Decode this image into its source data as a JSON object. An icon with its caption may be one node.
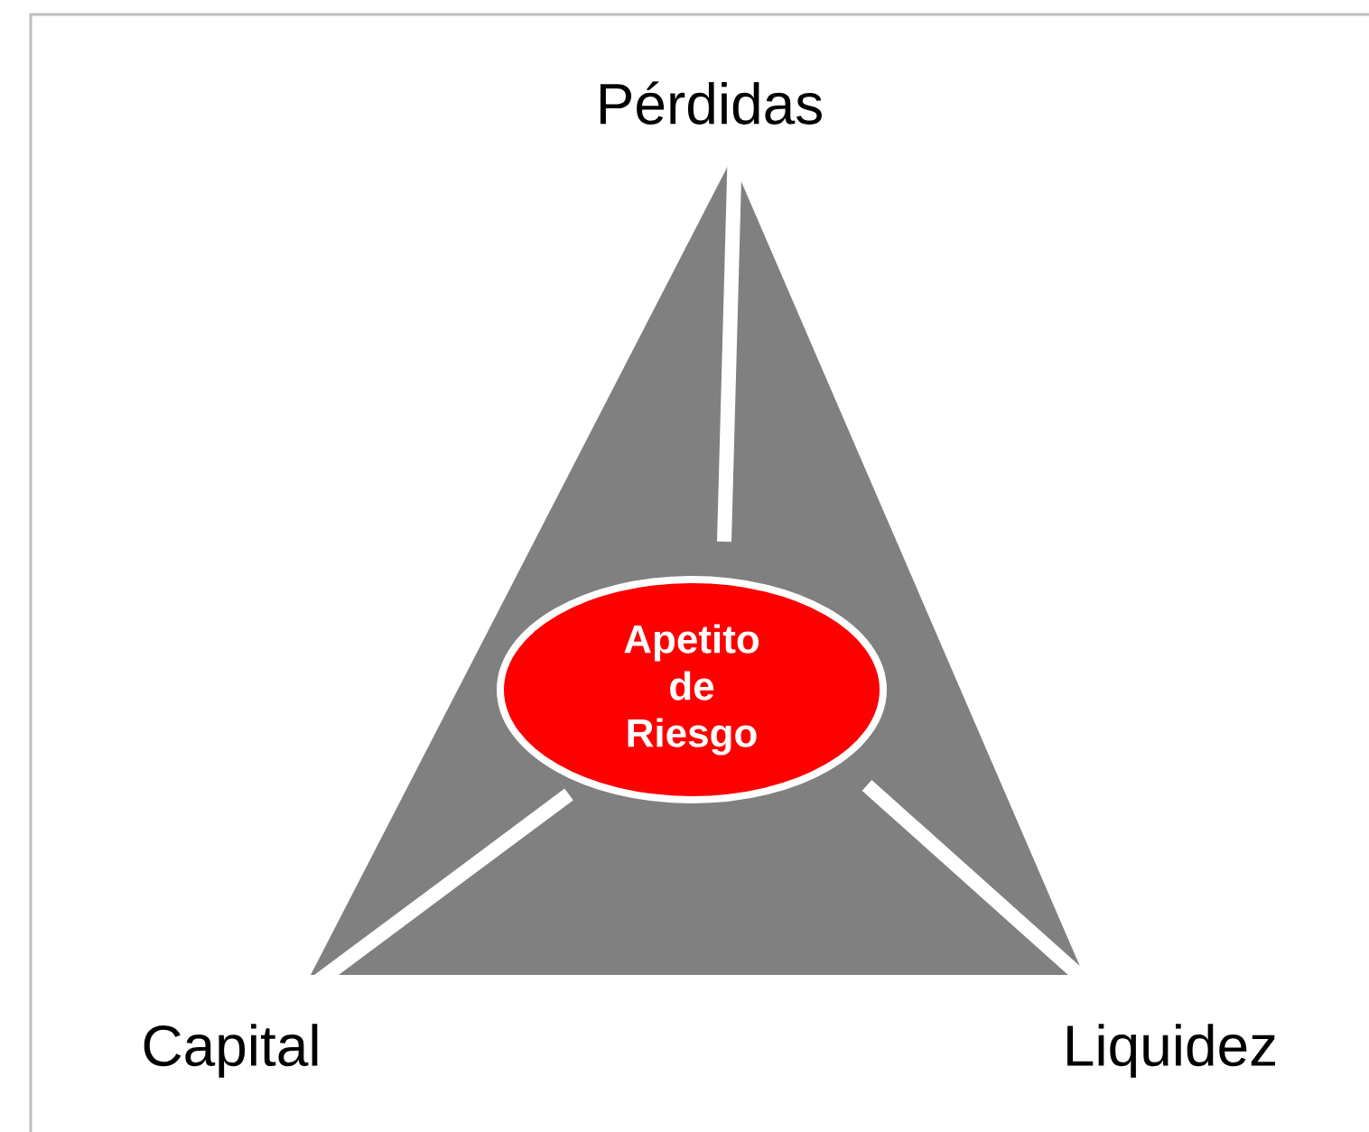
{
  "diagram": {
    "nodes": [
      {
        "text": [
          "Apetito de Riesgo"
        ]
      }
    ],
    "labels": [
      "Pérdidas",
      "Capital",
      "Liquidez"
    ]
  }
}
